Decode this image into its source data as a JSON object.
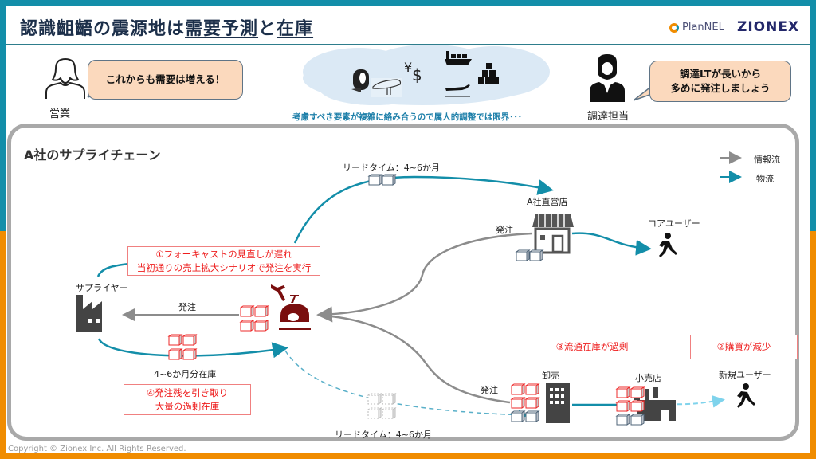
{
  "header": {
    "title_plain_1": "認識齟齬の震源地は",
    "title_underlined_1": "需要予測",
    "title_plain_2": "と",
    "title_underlined_2": "在庫",
    "logo_plannel": "PlanNEL",
    "logo_zionex": "ZIONEX"
  },
  "top_section": {
    "sales": {
      "label": "営業",
      "speech": "これからも需要は増える！",
      "icon": "person-outline-icon"
    },
    "cloud": {
      "icons": [
        "tape-roll-icon",
        "bicycle-saddle-icon",
        "currency-yen-dollar-icon",
        "cargo-ship-icon",
        "airplane-icon",
        "stacked-boxes-icon"
      ],
      "caption": "考慮すべき要素が複雑に絡み合うので属人的調整では限界･･･"
    },
    "procurement": {
      "label": "調達担当",
      "speech_line1": "調達LTが長いから",
      "speech_line2": "多めに発注しましょう",
      "icon": "person-suit-icon"
    }
  },
  "diagram": {
    "title": "A社のサプライチェーン",
    "legend": [
      {
        "label": "情報流",
        "color": "#8c8c8c"
      },
      {
        "label": "物流",
        "color": "#138ea9"
      }
    ],
    "nodes": {
      "supplier": "サプライヤー",
      "direct_store": "A社直営店",
      "core_user": "コアユーザー",
      "wholesale": "卸売",
      "retail": "小売店",
      "new_user": "新規ユーザー"
    },
    "labels": {
      "order_supplier": "発注",
      "order_direct": "発注",
      "order_wholesale": "発注",
      "lead_time_top": "リードタイム：4~6か月",
      "lead_time_bottom": "リードタイム：4~6か月",
      "inventory": "4~6か月分在庫"
    },
    "callouts": {
      "c1_line1": "①フォーキャストの見直しが遅れ",
      "c1_line2": "当初通りの売上拡大シナリオで発注を実行",
      "c2": "②購買が減少",
      "c3": "③流通在庫が過剰",
      "c4_line1": "④発注残を引き取り",
      "c4_line2": "大量の過剰在庫"
    },
    "colors": {
      "info_flow": "#8c8c8c",
      "physical_flow": "#138ea9",
      "physical_flow_reduced": "#7fd3ec",
      "alert": "#ee1d1d",
      "company": "#7a0e0e"
    }
  },
  "footer": {
    "copyright": "Copyright © Zionex Inc. All Rights Reserved."
  }
}
